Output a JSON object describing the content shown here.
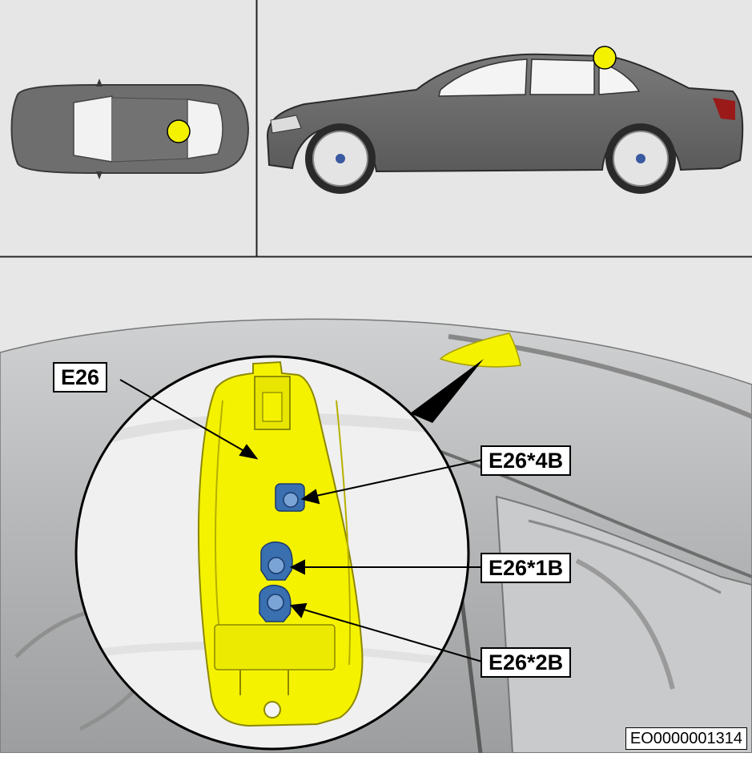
{
  "labels": {
    "component": "E26",
    "connector_4b": "E26*4B",
    "connector_1b": "E26*1B",
    "connector_2b": "E26*2B"
  },
  "reference_id": "EO0000001314",
  "colors": {
    "highlight": "#f5f200",
    "connector_blue": "#3a6fb0",
    "panel_bg": "#e6e6e6",
    "car_body": "#6b6b6b"
  }
}
